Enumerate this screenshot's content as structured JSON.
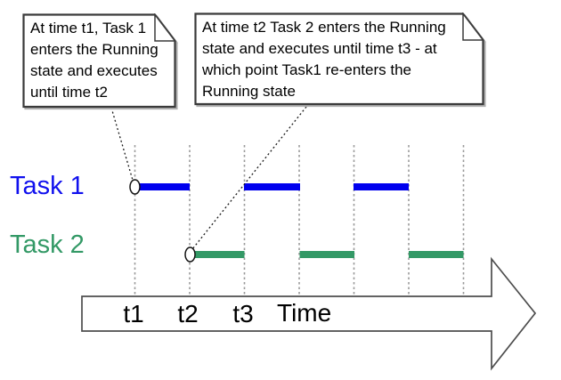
{
  "diagram_title": "task-scheduling-timeline",
  "notes": [
    {
      "name": "task1-note",
      "text": "At time t1, Task 1\nenters the Running\nstate and executes\nuntil time t2"
    },
    {
      "name": "task2-note",
      "text": "At time t2 Task 2 enters the Running\nstate and executes until time t3 - at\nwhich point Task1 re-enters the\nRunning state"
    }
  ],
  "tasks": [
    {
      "label": "Task 1",
      "color": "#0000ee",
      "running_segments_between_gridlines": [
        [
          1,
          2
        ],
        [
          3,
          4
        ],
        [
          5,
          6
        ]
      ]
    },
    {
      "label": "Task 2",
      "color": "#339966",
      "running_segments_between_gridlines": [
        [
          2,
          3
        ],
        [
          4,
          5
        ],
        [
          6,
          7
        ]
      ]
    }
  ],
  "axis": {
    "tick_labels": [
      "t1",
      "t2",
      "t3"
    ],
    "axis_label": "Time",
    "gridline_count": 7
  },
  "colors": {
    "task1_blue": "#0000ee",
    "task2_green": "#339966",
    "gridline_gray": "#9a9a9a",
    "note_border": "#3a3a3a",
    "arrow_outline": "#4d4d4d",
    "text": "#000000"
  }
}
